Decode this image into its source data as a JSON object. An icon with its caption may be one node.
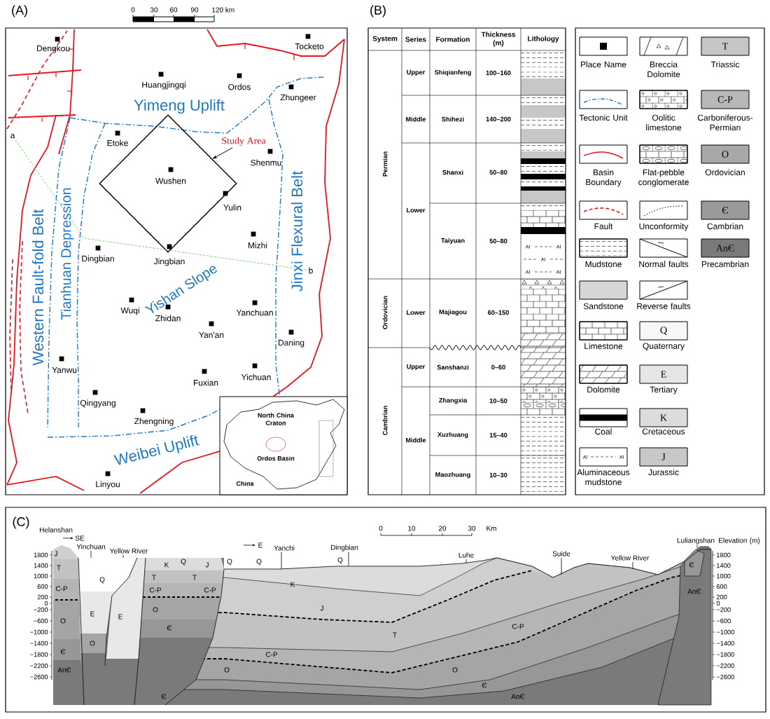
{
  "diagram": {
    "nodes": [
      {
        "text": [
          "Study Area"
        ]
      },
      {
        "text": [],
        "shape": "diamond"
      },
      {
        "text": [
          "a"
        ]
      },
      {
        "text": [
          "b"
        ]
      }
    ],
    "edges": [
      {
        "from": 0,
        "to": 1,
        "arrow": "to"
      },
      {
        "from": 2,
        "to": 3,
        "arrow": "none",
        "style": "dashed",
        "color": "#7fcf7f"
      }
    ],
    "labels": [
      "(A)",
      "0",
      "30",
      "60",
      "90",
      "120 km",
      "Dengkou",
      "Tocketo",
      "Huangjingqi",
      "Ordos",
      "Zhungeer",
      "Yimeng Uplift",
      "Etoke",
      "Shenmu",
      "Wushen",
      "Jinxi Flexural Belt",
      "Yulin",
      "Western Fault-fold Belt",
      "Tianhuan Depression",
      "Mizhi",
      "Dingbian",
      "Jingbian",
      "Yishan Slope",
      "Wuqi",
      "Yanchuan",
      "Zhidan",
      "Yan'an",
      "Daning",
      "Yanwu",
      "Fuxian",
      "Yichuan",
      "Qingyang",
      "Zhengning",
      "Weibei Uplift",
      "Linyou",
      "North China Craton",
      "Ordos Basin",
      "China",
      "(B)",
      "System",
      "Series",
      "Formation",
      "Thickness (m)",
      "Lithology",
      "Permian",
      "Upper",
      "Shiqianfeng",
      "100–160",
      "Middle",
      "Shihezi",
      "140–200",
      "Lower",
      "Shanxi",
      "50–80",
      "Taiyuan",
      "50–80",
      "Ordovician",
      "Lower",
      "Majiagou",
      "60–150",
      "Cambrian",
      "Upper",
      "Sanshanzi",
      "0–60",
      "Middle",
      "Zhangxia",
      "10–50",
      "Xuzhuang",
      "15–40",
      "Maozhuang",
      "10–30",
      "Al",
      "Al",
      "Al",
      "Al",
      "Al",
      "Al",
      "Al",
      "T",
      "C-P",
      "O",
      "Є",
      "AnЄ",
      "Q",
      "E",
      "K",
      "J",
      "(C)",
      "Helanshan",
      "SE",
      "Yinchuan",
      "Yellow River",
      "E",
      "Yanchi",
      "Dingbian",
      "0",
      "10",
      "20",
      "30",
      "Km",
      "Luhe",
      "Suide",
      "Yellow River",
      "Luliangshan",
      "Elevation (m)",
      "1800",
      "1400",
      "1000",
      "600",
      "200",
      "0",
      "−200",
      "−600",
      "−1000",
      "−1400",
      "−1800",
      "−2200",
      "−2600",
      "1800",
      "1400",
      "1000",
      "600",
      "200",
      "0",
      "−200",
      "−600",
      "−1000",
      "−1400",
      "−1800",
      "−2200",
      "−2600",
      "J",
      "T",
      "C-P",
      "O",
      "Є",
      "AnЄ",
      "Q",
      "E",
      "E",
      "O",
      "K",
      "Q",
      "T",
      "C-P",
      "O",
      "Є",
      "T",
      "J",
      "C-P",
      "Q",
      "Q",
      "Q",
      "K",
      "J",
      "T",
      "C-P",
      "O",
      "C-P",
      "O",
      "Є",
      "AnЄ",
      "Є",
      "AnЄ",
      "Є"
    ],
    "legend": [
      {
        "text": "Place Name"
      },
      {
        "text": "Breccia Dolomite"
      },
      {
        "text": "Triassic",
        "color": "#c6c6c6"
      },
      {
        "text": "Tectonic Unit"
      },
      {
        "text": "Oolitic limestone"
      },
      {
        "text": "Carboniferous-Permian",
        "color": "#b8b8b8"
      },
      {
        "text": "Basin Boundary"
      },
      {
        "text": "Flat-pebble conglomerate"
      },
      {
        "text": "Ordovician",
        "color": "#a8a8a8"
      },
      {
        "text": "Fault"
      },
      {
        "text": "Unconformity"
      },
      {
        "text": "Cambrian",
        "color": "#9a9a9a"
      },
      {
        "text": "Mudstone"
      },
      {
        "text": "Normal faults"
      },
      {
        "text": "Precambrian",
        "color": "#7a7a7a"
      },
      {
        "text": "Sandstone",
        "color": "#d6d6d6"
      },
      {
        "text": "Reverse faults"
      },
      {
        "text": "Limestone"
      },
      {
        "text": "Quaternary",
        "color": "#f7f7f7"
      },
      {
        "text": "Dolomite"
      },
      {
        "text": "Tertiary",
        "color": "#e6e6e6"
      },
      {
        "text": "Coal"
      },
      {
        "text": "Cretaceous",
        "color": "#dcdcdc"
      },
      {
        "text": "Aluminaceous mudstone"
      },
      {
        "text": "Jurassic",
        "color": "#c8c8c8"
      }
    ]
  }
}
